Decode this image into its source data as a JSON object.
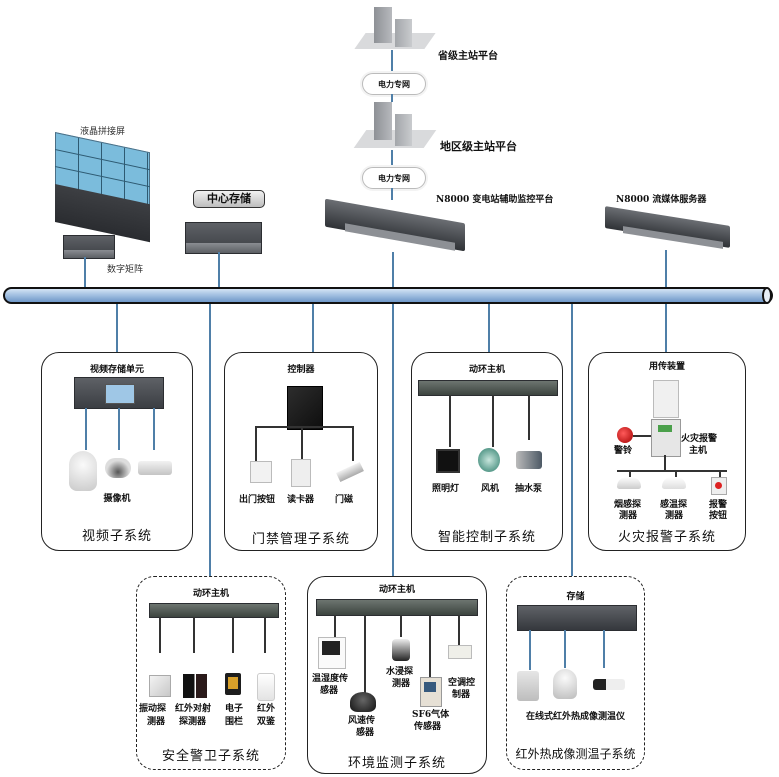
{
  "top": {
    "provincial_platform": "省级主站平台",
    "regional_platform": "地区级主站平台",
    "power_network_1": "电力专网",
    "power_network_2": "电力专网",
    "lcd_wall": "液晶拼接屏",
    "digital_matrix": "数字矩阵",
    "central_storage": "中心存储",
    "monitor_platform": "N8000 变电站辅助监控平台",
    "media_server": "N8000 流媒体服务器"
  },
  "colors": {
    "bus_fill": "#a9c5e4",
    "link_line": "#4f7fa8",
    "wall_screen": "#7bbcdc"
  },
  "subsystems": [
    {
      "id": "video",
      "title": "视频子系统",
      "device": "视频存储单元",
      "items": [
        {
          "label": "摄像机"
        }
      ],
      "style": "solid"
    },
    {
      "id": "access",
      "title": "门禁管理子系统",
      "device": "控制器",
      "items": [
        {
          "label": "出门按钮"
        },
        {
          "label": "读卡器"
        },
        {
          "label": "门磁"
        }
      ],
      "style": "solid"
    },
    {
      "id": "smart",
      "title": "智能控制子系统",
      "device": "动环主机",
      "items": [
        {
          "label": "照明灯"
        },
        {
          "label": "风机"
        },
        {
          "label": "抽水泵"
        }
      ],
      "style": "solid"
    },
    {
      "id": "fire",
      "title": "火灾报警子系统",
      "device": "用传装置",
      "host": "火灾报警主机",
      "host_l1": "火灾报警",
      "host_l2": "主机",
      "bell": "警铃",
      "items": [
        {
          "l1": "烟感探",
          "l2": "测器"
        },
        {
          "l1": "感温探",
          "l2": "测器"
        },
        {
          "l1": "报警",
          "l2": "按钮"
        }
      ],
      "style": "solid"
    },
    {
      "id": "security",
      "title": "安全警卫子系统",
      "device": "动环主机",
      "items": [
        {
          "l1": "振动探",
          "l2": "测器"
        },
        {
          "l1": "红外对射",
          "l2": "探测器"
        },
        {
          "l1": "电子",
          "l2": "围栏"
        },
        {
          "l1": "红外",
          "l2": "双鉴"
        }
      ],
      "style": "dashed"
    },
    {
      "id": "env",
      "title": "环境监测子系统",
      "device": "动环主机",
      "items": [
        {
          "l1": "温湿度传",
          "l2": "感器"
        },
        {
          "l1": "风速传",
          "l2": "感器"
        },
        {
          "l1": "水浸探",
          "l2": "测器"
        },
        {
          "l1": "SF6气体",
          "l2": "传感器"
        },
        {
          "l1": "空调控",
          "l2": "制器"
        }
      ],
      "style": "solid"
    },
    {
      "id": "thermal",
      "title": "红外热成像测温子系统",
      "device": "存储",
      "items": [
        {
          "label": "在线式红外热成像测温仪"
        }
      ],
      "style": "dashed"
    }
  ]
}
